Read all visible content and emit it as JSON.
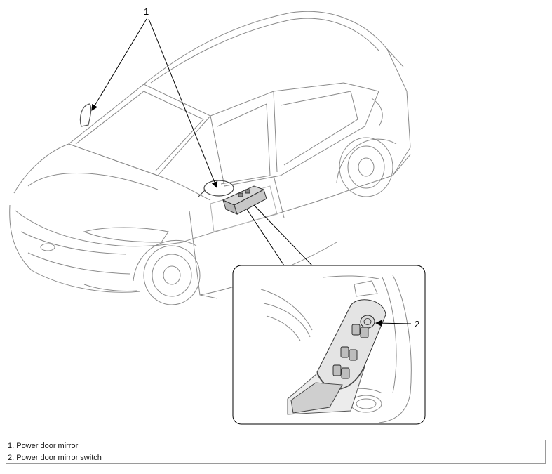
{
  "figure": {
    "callouts": [
      "1",
      "2"
    ]
  },
  "legend": {
    "items": [
      "1. Power door mirror",
      "2. Power door mirror switch"
    ]
  },
  "colors": {
    "line": "#7f7f7f",
    "leader": "#000000",
    "legend_border": "#9a9a9a"
  }
}
